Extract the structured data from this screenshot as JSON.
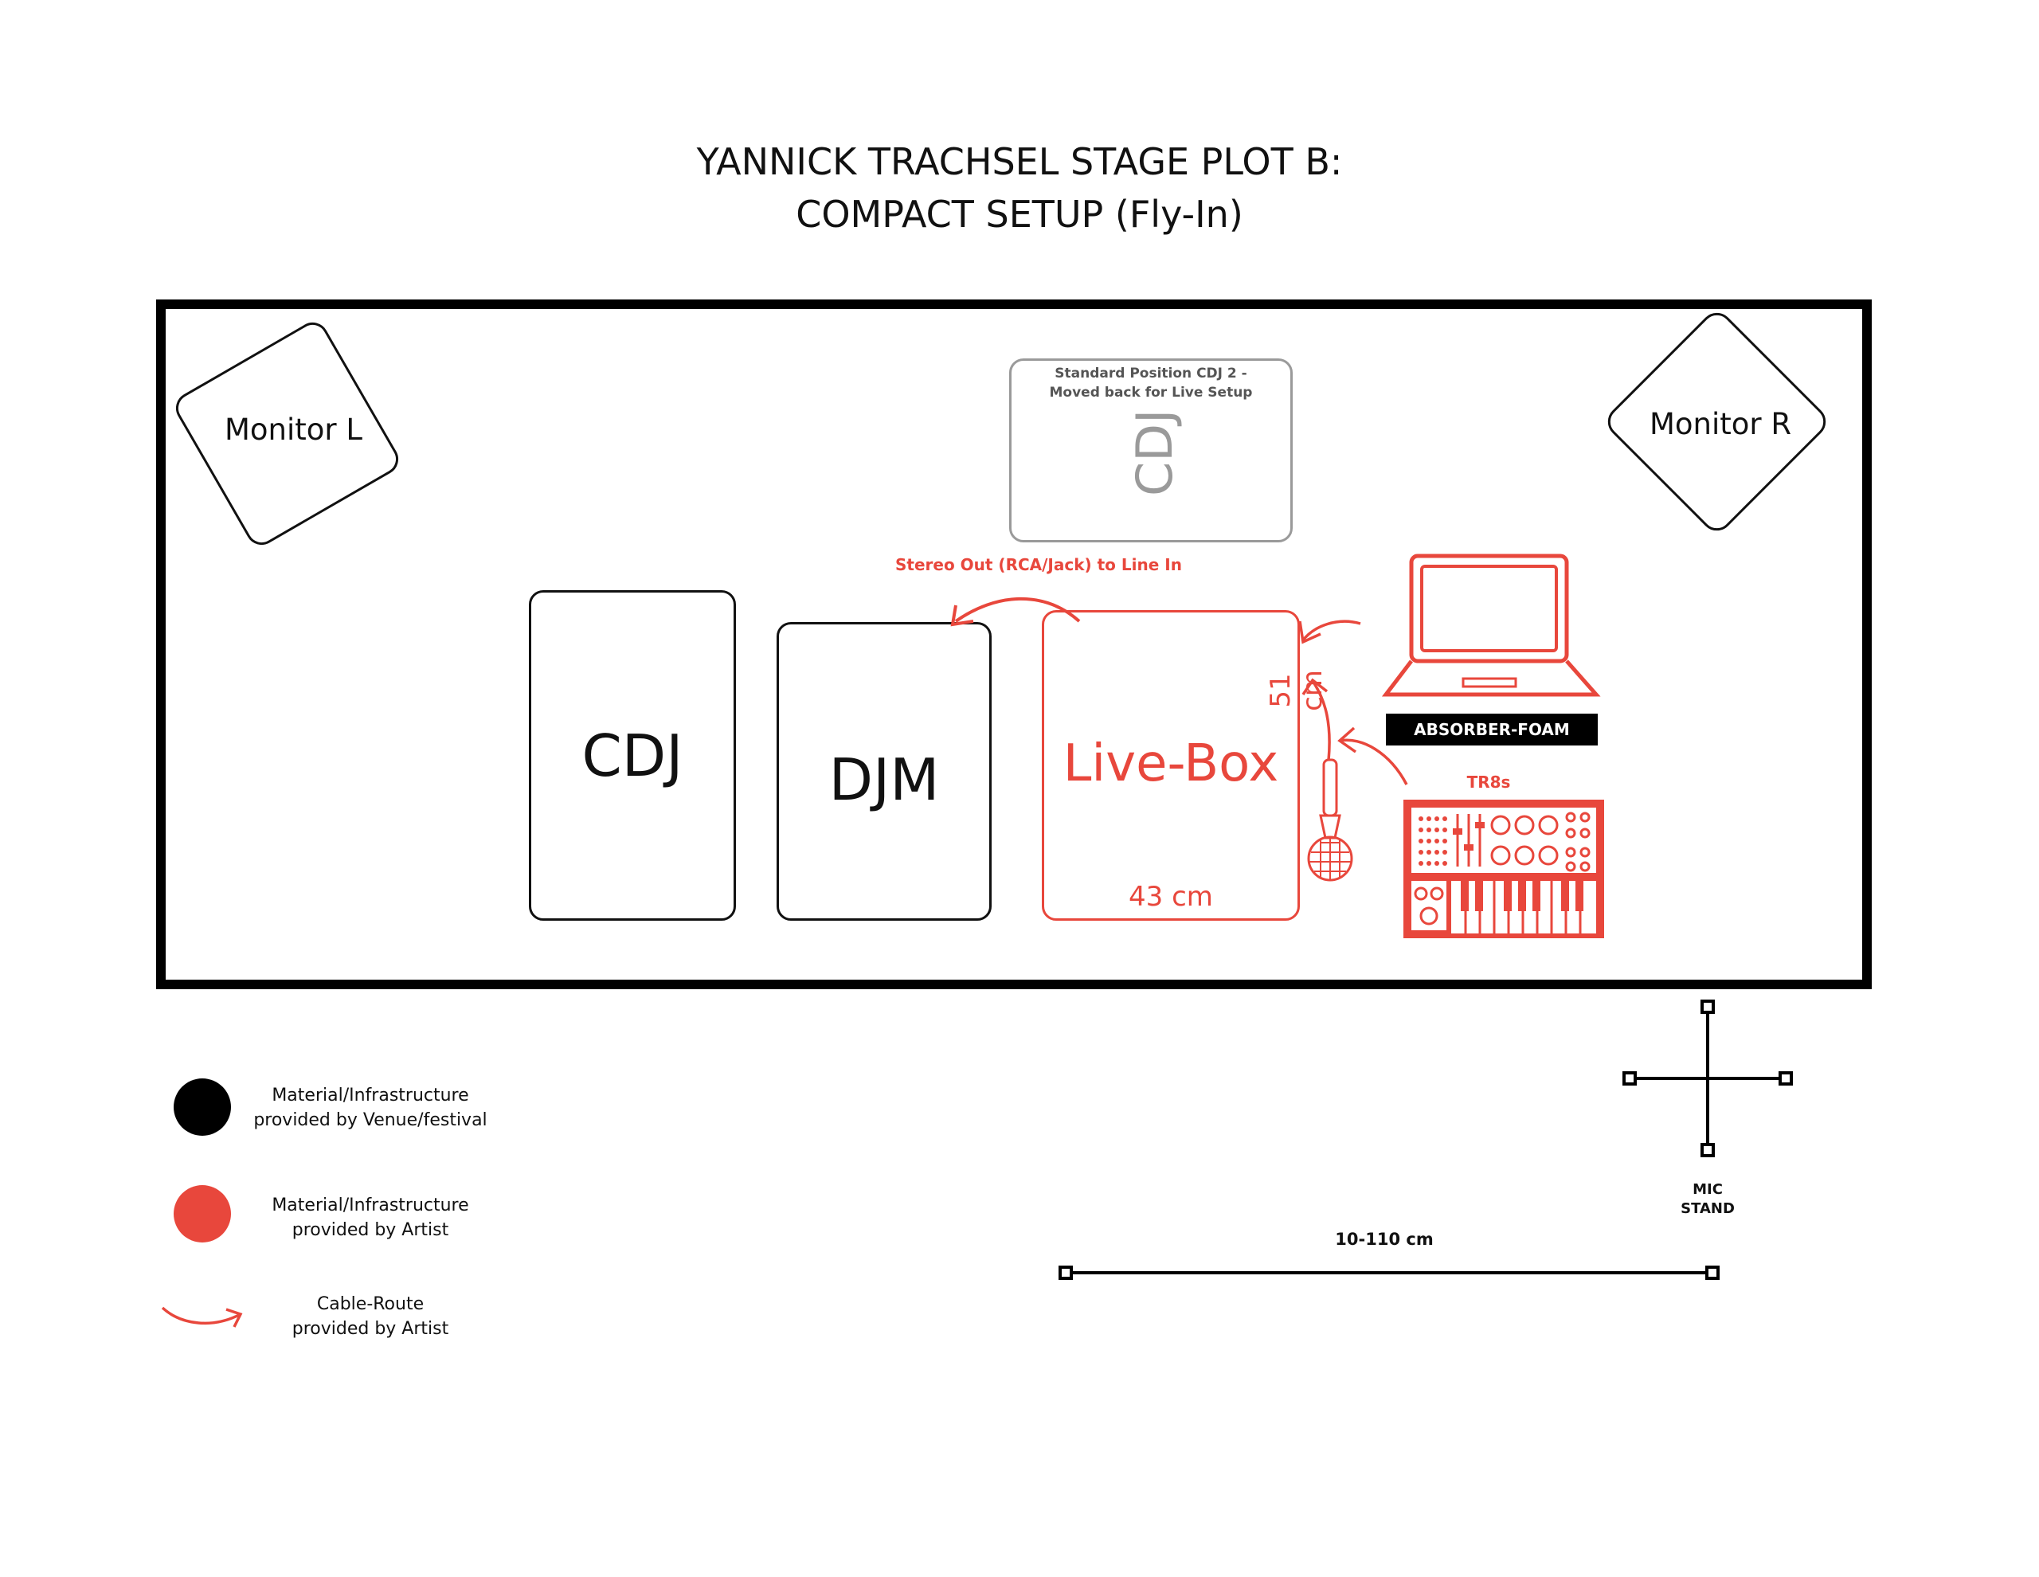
{
  "title": {
    "line1": "YANNICK TRACHSEL STAGE PLOT B:",
    "line2": "COMPACT SETUP (Fly-In)"
  },
  "stage": {
    "monitor_left": "Monitor L",
    "monitor_right": "Monitor R",
    "cdj_ghost_note": "Standard Position CDJ 2 -\nMoved back for Live Setup",
    "cdj_ghost_label": "CDJ",
    "cable_label": "Stereo Out (RCA/Jack) to Line In",
    "cdj_label": "CDJ",
    "djm_label": "DJM",
    "livebox_label": "Live-Box",
    "livebox_width": "43 cm",
    "livebox_depth": "51 cm",
    "absorber_label": "ABSORBER-FOAM",
    "tr8s_label": "TR8s"
  },
  "legend": {
    "venue": "Material/Infrastructure\nprovided by Venue/festival",
    "artist": "Material/Infrastructure\nprovided by Artist",
    "cable": "Cable-Route\nprovided by Artist"
  },
  "mic_stand": {
    "label": "MIC\nSTAND",
    "range": "10-110 cm"
  },
  "colors": {
    "artist_red": "#e8473c",
    "venue_black": "#000000",
    "ghost_gray": "#9a9a9a"
  }
}
